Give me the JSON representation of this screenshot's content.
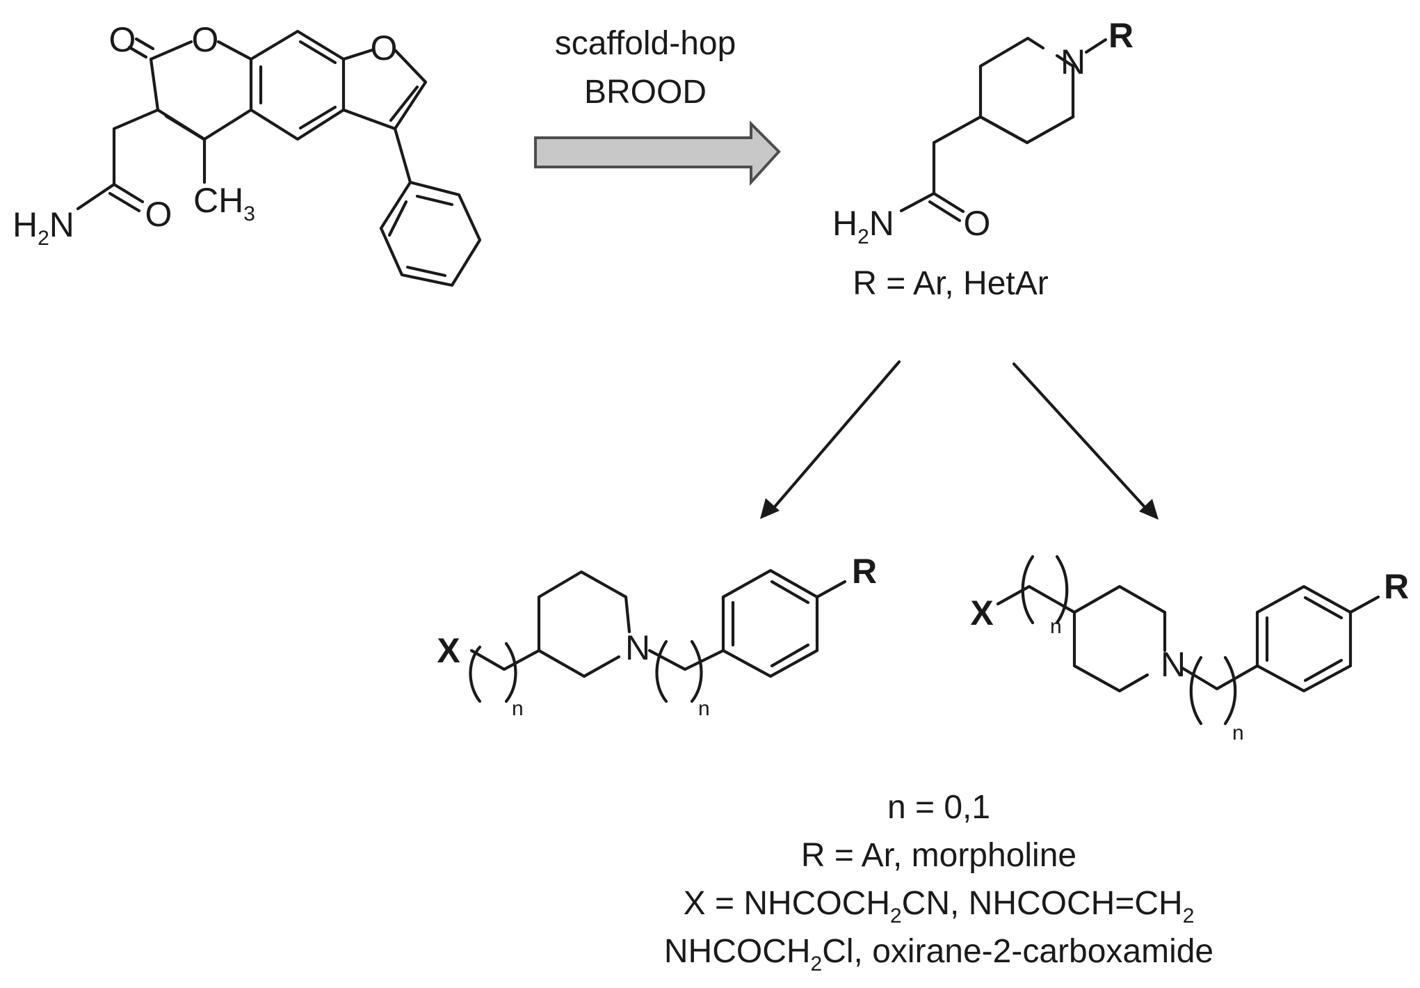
{
  "arrow_top": {
    "label_line1": "scaffold-hop",
    "label_line2": "BROOD",
    "fill": "#c8c8c8",
    "stroke": "#4d4d4d"
  },
  "parent": {
    "o_carbonyl": "O",
    "o_ring": "O",
    "o_furan": "O",
    "h2n": {
      "h": "H",
      "sub": "2",
      "n": "N"
    },
    "o_amide": "O",
    "methyl": {
      "ch": "CH",
      "sub": "3"
    }
  },
  "product_top": {
    "n": "N",
    "r": "R",
    "h2n": {
      "h": "H",
      "sub": "2",
      "n": "N"
    },
    "o_amide": "O",
    "caption": "R = Ar, HetAr"
  },
  "left_series": {
    "x": "X",
    "n_atom": "N",
    "r": "R",
    "n_sub_1": "n",
    "n_sub_2": "n"
  },
  "right_series": {
    "x": "X",
    "n_atom": "N",
    "r": "R",
    "n_sub_1": "n",
    "n_sub_2": "n"
  },
  "notes": {
    "line1": "n = 0,1",
    "line2": "R = Ar, morpholine",
    "line3": {
      "a": "X = NHCOCH",
      "sub1": "2",
      "b": "CN,  NHCOCH=CH",
      "sub2": "2"
    },
    "line4": {
      "a": "NHCOCH",
      "sub": "2",
      "b": "Cl, oxirane-2-carboxamide"
    }
  }
}
